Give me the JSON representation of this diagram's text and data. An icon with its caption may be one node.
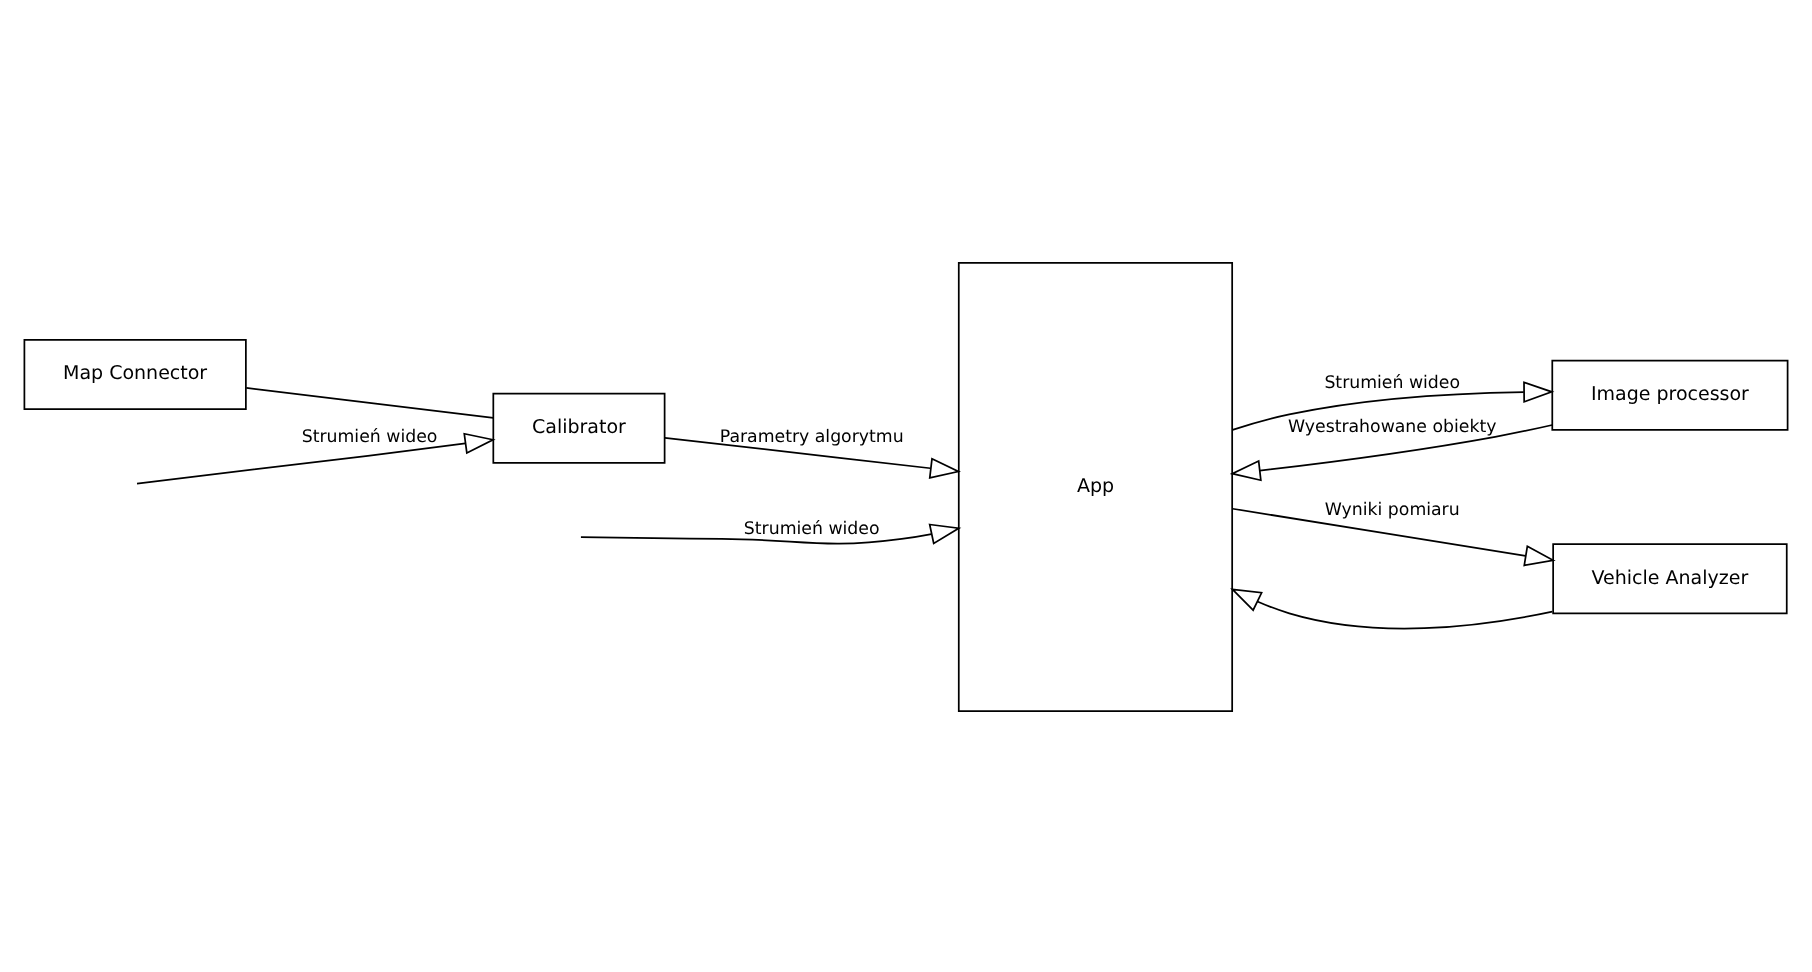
{
  "diagram": {
    "nodes": [
      {
        "text": [
          "Map Connector"
        ]
      },
      {
        "text": [
          "Calibrator"
        ]
      },
      {
        "text": [
          "App"
        ]
      },
      {
        "text": [
          "Image processor"
        ]
      },
      {
        "text": [
          "Vehicle Analyzer"
        ]
      }
    ],
    "edges": [
      {
        "from": 0,
        "to": 1,
        "arrow": "none"
      },
      {
        "from": null,
        "to": 1,
        "arrow": "to",
        "label": "Strumień wideo"
      },
      {
        "from": null,
        "to": 2,
        "arrow": "to",
        "label": "Strumień wideo"
      },
      {
        "from": 1,
        "to": 2,
        "arrow": "to",
        "label": "Parametry algorytmu"
      },
      {
        "from": 2,
        "to": 3,
        "arrow": "to",
        "label": "Strumień wideo"
      },
      {
        "from": 3,
        "to": 2,
        "arrow": "to",
        "label": "Wyestrahowane obiekty"
      },
      {
        "from": 4,
        "to": 2,
        "arrow": "to"
      },
      {
        "from": 2,
        "to": 4,
        "arrow": "to",
        "label": "Wyniki pomiaru"
      }
    ]
  }
}
